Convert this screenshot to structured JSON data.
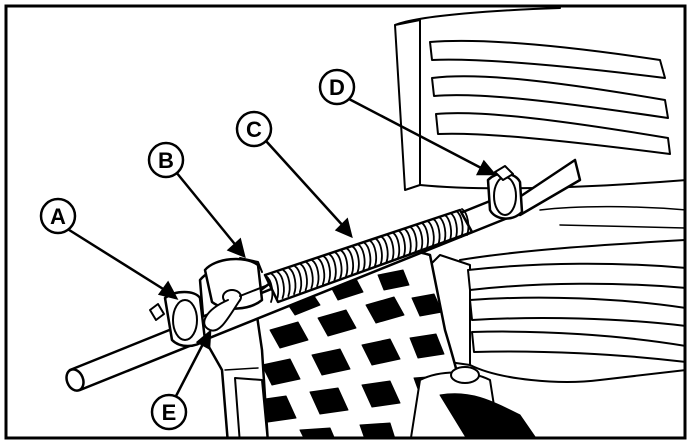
{
  "callouts": [
    {
      "key": "A",
      "label": "A"
    },
    {
      "key": "B",
      "label": "B"
    },
    {
      "key": "C",
      "label": "C"
    },
    {
      "key": "D",
      "label": "D"
    },
    {
      "key": "E",
      "label": "E"
    }
  ],
  "colors": {
    "ink": "#000000",
    "paper": "#ffffff"
  }
}
